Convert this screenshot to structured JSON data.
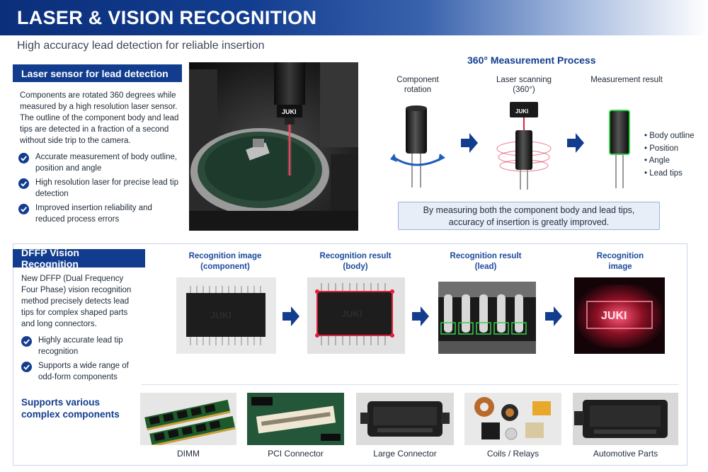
{
  "header": {
    "title": "LASER & VISION RECOGNITION"
  },
  "subtitle": "High accuracy lead detection for reliable insertion",
  "laser": {
    "label": "Laser sensor for lead detection",
    "description": "Components are rotated 360 degrees while measured by a high resolution laser sensor. The outline of the component body and lead tips are detected in a fraction of a second without side trip to the camera.",
    "features": [
      "Accurate measurement of body outline, position and angle",
      "High resolution laser for precise lead tip detection",
      "Improved insertion reliability and reduced process errors"
    ],
    "camera_brand": "JUKI"
  },
  "process": {
    "title": "360° Measurement Process",
    "steps": [
      {
        "label": "Component rotation"
      },
      {
        "label": "Laser scanning (360°)"
      },
      {
        "label": "Measurement result"
      }
    ],
    "results": [
      "Body outline",
      "Position",
      "Angle",
      "Lead tips"
    ],
    "note_line1": "By measuring both the component body and lead tips,",
    "note_line2": "accuracy of insertion is greatly improved."
  },
  "dffp": {
    "label": "DFFP Vision Recognition",
    "description": "New DFFP (Dual Frequency Four Phase) vision recognition method precisely detects lead tips for complex shaped parts and long connectors.",
    "features": [
      "Highly accurate lead tip recognition",
      "Supports a wide range of odd-form components"
    ],
    "stages": [
      {
        "line1": "Recognition image",
        "line2": "(component)"
      },
      {
        "line1": "Recognition result",
        "line2": "(body)"
      },
      {
        "line1": "Recognition result",
        "line2": "(lead)"
      },
      {
        "line1": "Recognition",
        "line2": "image"
      }
    ],
    "chip_brand": "JUKI"
  },
  "supports": {
    "title_line1": "Supports various",
    "title_line2": "complex components",
    "items": [
      "DIMM",
      "PCI Connector",
      "Large Connector",
      "Coils / Relays",
      "Automotive Parts"
    ]
  },
  "colors": {
    "brand_blue": "#123d8f",
    "accent_text": "#1b4a9c",
    "laser_red": "#e0203a",
    "detect_green": "#33d04a"
  }
}
